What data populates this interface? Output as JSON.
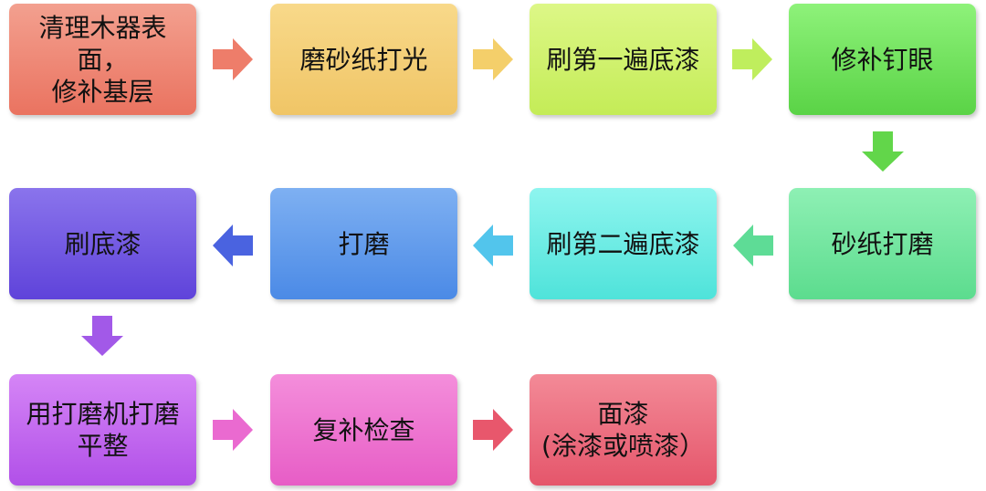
{
  "steps": [
    {
      "label": "清理木器表面，\n修补基层",
      "color_top": "#f3a08f",
      "color_bottom": "#ea7360"
    },
    {
      "label": "磨砂纸打光",
      "color_top": "#f8d98a",
      "color_bottom": "#f0c566"
    },
    {
      "label": "刷第一遍底漆",
      "color_top": "#ddf787",
      "color_bottom": "#c4ec57"
    },
    {
      "label": "修补钉眼",
      "color_top": "#8ef27a",
      "color_bottom": "#5ad346"
    },
    {
      "label": "砂纸打磨",
      "color_top": "#8ef0b4",
      "color_bottom": "#5cdc8e"
    },
    {
      "label": "刷第二遍底漆",
      "color_top": "#8ef5ef",
      "color_bottom": "#4fe3da"
    },
    {
      "label": "打磨",
      "color_top": "#7eb0f2",
      "color_bottom": "#4b8ae6"
    },
    {
      "label": "刷底漆",
      "color_top": "#8a74ec",
      "color_bottom": "#5f43da"
    },
    {
      "label": "用打磨机打磨\n平整",
      "color_top": "#d585f6",
      "color_bottom": "#b150e8"
    },
    {
      "label": "复补检查",
      "color_top": "#f48edb",
      "color_bottom": "#e75dc6"
    },
    {
      "label": "面漆\n(涂漆或喷漆）",
      "color_top": "#f38a97",
      "color_bottom": "#e5566b"
    }
  ],
  "arrow_colors": [
    "#ee7d6a",
    "#f4cf6a",
    "#bfee5d",
    "#62d64a",
    "#5edc96",
    "#52c5ec",
    "#4a63e0",
    "#a259e8",
    "#ea6ad0",
    "#e8576c"
  ]
}
